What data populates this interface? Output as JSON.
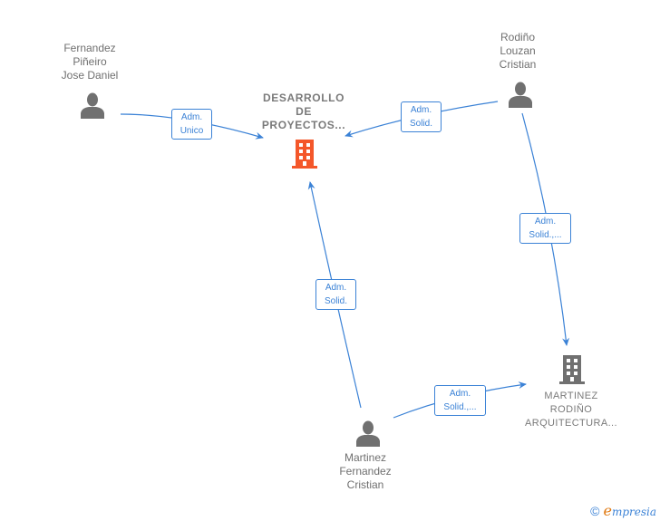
{
  "colors": {
    "edge": "#3b82d6",
    "person_icon": "#707070",
    "company_main": "#f4572a",
    "company_other": "#707070",
    "label_text": "#6f6f6f"
  },
  "nodes": {
    "fernandez_pineiro": {
      "type": "person",
      "label": "Fernandez\nPiñeiro\nJose Daniel",
      "icon": "person-icon"
    },
    "rodino_louzan": {
      "type": "person",
      "label": "Rodiño\nLouzan\nCristian",
      "icon": "person-icon"
    },
    "martinez_fernandez": {
      "type": "person",
      "label": "Martinez\nFernandez\nCristian",
      "icon": "person-icon"
    },
    "desarrollo": {
      "type": "company",
      "label": "DESARROLLO\nDE\nPROYECTOS...",
      "icon": "building-icon",
      "highlighted": true
    },
    "martinez_rodino": {
      "type": "company",
      "label": "MARTINEZ\nRODIÑO\nARQUITECTURA...",
      "icon": "building-icon",
      "highlighted": false
    }
  },
  "edges": [
    {
      "from": "fernandez_pineiro",
      "to": "desarrollo",
      "label": "Adm.\nUnico"
    },
    {
      "from": "rodino_louzan",
      "to": "desarrollo",
      "label": "Adm.\nSolid."
    },
    {
      "from": "rodino_louzan",
      "to": "martinez_rodino",
      "label": "Adm.\nSolid.,..."
    },
    {
      "from": "martinez_fernandez",
      "to": "desarrollo",
      "label": "Adm.\nSolid."
    },
    {
      "from": "martinez_fernandez",
      "to": "martinez_rodino",
      "label": "Adm.\nSolid.,..."
    }
  ],
  "footer": {
    "copyright_symbol": "©",
    "brand_first": "e",
    "brand_rest": "mpresia"
  }
}
